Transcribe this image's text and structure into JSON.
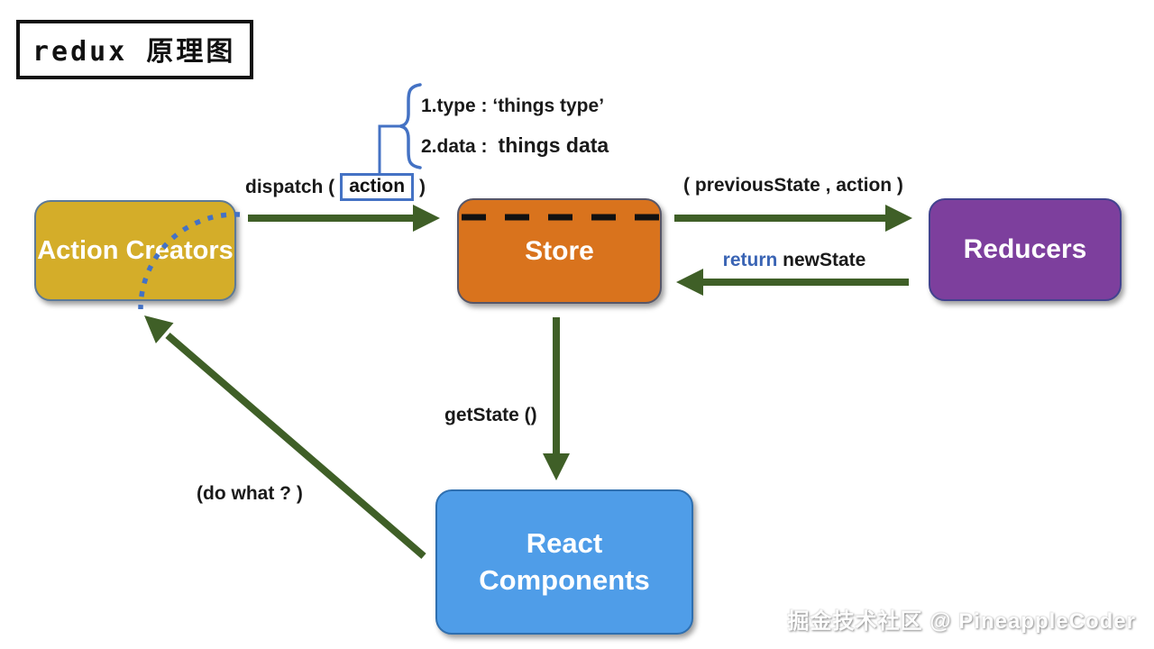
{
  "title": "redux 原理图",
  "annotation": {
    "line1": "1.type : ‘things type’",
    "line2_label": "2.data :",
    "line2_value": "things data"
  },
  "labels": {
    "dispatch_prefix": "dispatch (",
    "dispatch_action": "action",
    "dispatch_suffix": ")",
    "previous_state": "( previousState , action )",
    "return_keyword": "return",
    "return_value": " newState",
    "get_state": "getState ()",
    "do_what": "(do what ? )"
  },
  "nodes": {
    "action_creators": {
      "label": "Action Creators",
      "color": "#d4ad29"
    },
    "store": {
      "label": "Store",
      "color": "#d9731d"
    },
    "reducers": {
      "label": "Reducers",
      "color": "#7d3f9d"
    },
    "react_components": {
      "label": "React Components",
      "color": "#4f9de8"
    }
  },
  "colors": {
    "arrow_green": "#3f5f27",
    "accent_blue": "#4472c4",
    "dash_black": "#111111"
  },
  "watermark": "掘金技术社区 @ PineappleCoder"
}
